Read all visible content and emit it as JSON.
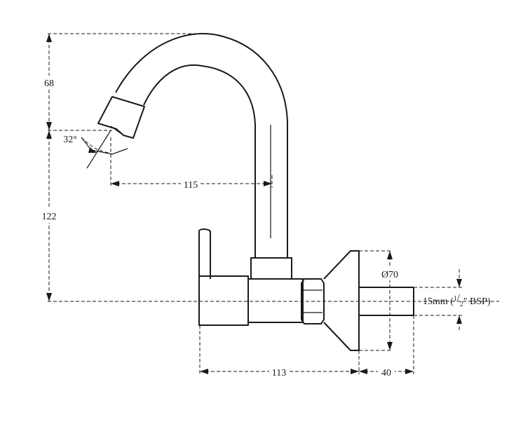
{
  "dimensions": {
    "spout_height": "68",
    "total_height": "122",
    "reach": "115",
    "angle": "32°",
    "flange_diameter": "Ø70",
    "body_length": "113",
    "tail_length": "40"
  },
  "connection": {
    "prefix": "15mm (",
    "frac_num": "1",
    "frac_den": "2",
    "suffix": "\" BSP)"
  }
}
